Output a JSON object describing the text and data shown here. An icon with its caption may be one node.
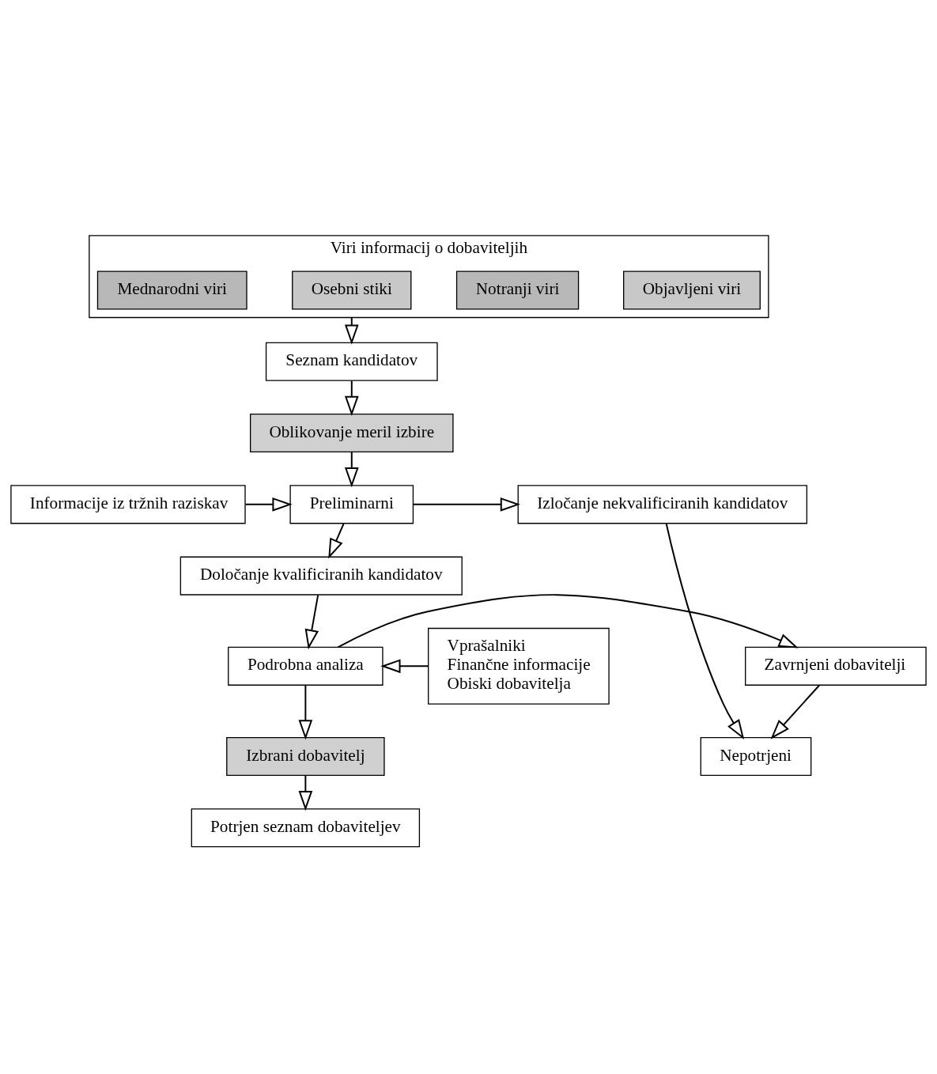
{
  "diagram": {
    "nodes": [
      {
        "text": [
          "Viri informacij o dobaviteljih"
        ]
      },
      {
        "text": [
          "Objavljeni viri"
        ],
        "in": 0
      },
      {
        "text": [
          "Notranji viri"
        ],
        "in": 0
      },
      {
        "text": [
          "Osebni stiki"
        ],
        "in": 0
      },
      {
        "text": [
          "Mednarodni viri"
        ],
        "in": 0
      },
      {
        "text": [
          "Seznam kandidatov"
        ]
      },
      {
        "text": [
          "Oblikovanje meril izbire"
        ]
      },
      {
        "text": [
          "Informacije iz tržnih raziskav"
        ]
      },
      {
        "text": [
          "Preliminarni"
        ]
      },
      {
        "text": [
          "Izločanje nekvalificiranih kandidatov"
        ]
      },
      {
        "text": [
          "Določanje kvalificiranih kandidatov"
        ]
      },
      {
        "text": [
          "Vprašalniki",
          "Finančne informacije",
          "Obiski dobavitelja"
        ]
      },
      {
        "text": [
          "Podrobna analiza"
        ]
      },
      {
        "text": [
          "Zavrnjeni dobavitelji"
        ]
      },
      {
        "text": [
          "Izbrani dobavitelj"
        ]
      },
      {
        "text": [
          "Nepotrjeni"
        ]
      },
      {
        "text": [
          "Potrjen seznam dobaviteljev"
        ]
      }
    ],
    "edges": [
      {
        "from": 0,
        "to": 5,
        "arrow": "to"
      },
      {
        "from": 5,
        "to": 6,
        "arrow": "to"
      },
      {
        "from": 6,
        "to": 8,
        "arrow": "to"
      },
      {
        "from": 7,
        "to": 8,
        "arrow": "to"
      },
      {
        "from": 8,
        "to": 9,
        "arrow": "to"
      },
      {
        "from": 8,
        "to": 10,
        "arrow": "to"
      },
      {
        "from": 10,
        "to": 12,
        "arrow": "to"
      },
      {
        "from": 11,
        "to": 12,
        "arrow": "to"
      },
      {
        "from": 12,
        "to": 13,
        "arrow": "to"
      },
      {
        "from": 12,
        "to": 14,
        "arrow": "to"
      },
      {
        "from": 13,
        "to": 15,
        "arrow": "to"
      },
      {
        "from": 9,
        "to": 15,
        "arrow": "to"
      },
      {
        "from": 14,
        "to": 16,
        "arrow": "to"
      }
    ]
  }
}
